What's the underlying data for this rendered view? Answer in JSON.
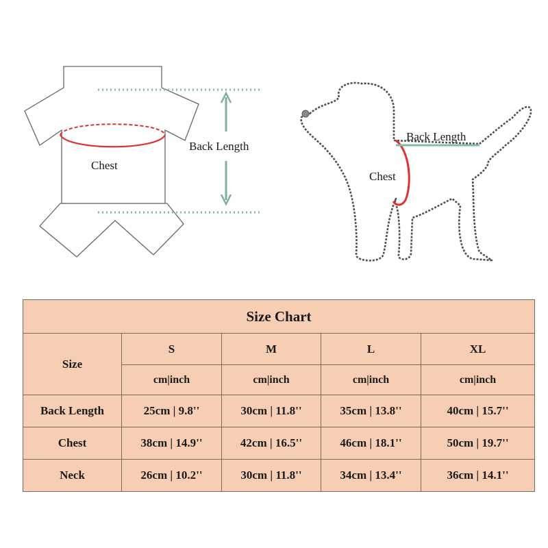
{
  "diagrams": {
    "garment": {
      "back_length_label": "Back Length",
      "chest_label": "Chest"
    },
    "dog": {
      "back_length_label": "Back Length",
      "chest_label": "Chest"
    }
  },
  "colors": {
    "table_bg": "#f7cdb3",
    "chest_line": "#e03030",
    "back_line": "#7fbf9f",
    "arrow": "#7fb09a",
    "outline": "#555555"
  },
  "size_chart": {
    "title": "Size Chart",
    "size_header": "Size",
    "sizes": [
      "S",
      "M",
      "L",
      "XL"
    ],
    "unit": "cm|inch",
    "rows": [
      {
        "label": "Back Length",
        "values": [
          "25cm | 9.8''",
          "30cm | 11.8''",
          "35cm | 13.8''",
          "40cm | 15.7''"
        ]
      },
      {
        "label": "Chest",
        "values": [
          "38cm | 14.9''",
          "42cm | 16.5''",
          "46cm | 18.1''",
          "50cm | 19.7''"
        ]
      },
      {
        "label": "Neck",
        "values": [
          "26cm | 10.2''",
          "30cm | 11.8''",
          "34cm | 13.4''",
          "36cm | 14.1''"
        ]
      }
    ]
  }
}
